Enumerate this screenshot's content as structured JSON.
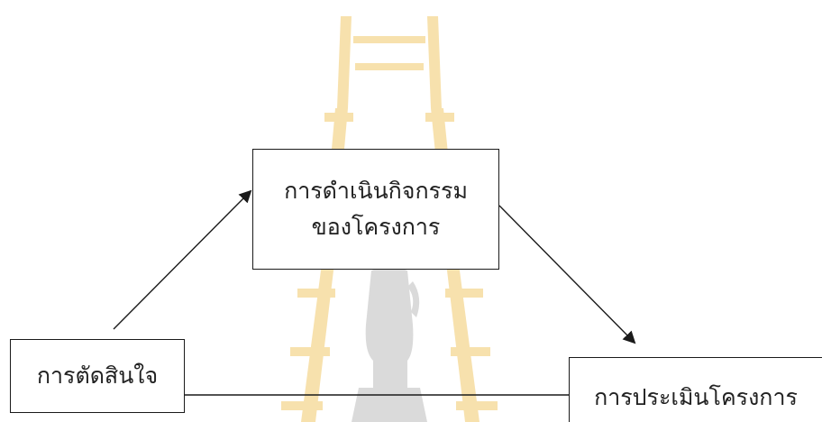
{
  "diagram": {
    "nodes": {
      "center": {
        "line1": "การดำเนินกิจกรรม",
        "line2": "ของโครงการ"
      },
      "left": {
        "label": "การตัดสินใจ"
      },
      "right": {
        "label": "การประเมินโครงการ"
      }
    },
    "edges": [
      {
        "from": "left",
        "to": "center",
        "arrow": true
      },
      {
        "from": "center",
        "to": "right",
        "arrow": true
      },
      {
        "from": "left",
        "to": "right",
        "arrow": false
      }
    ]
  },
  "colors": {
    "line": "#1a1a1a",
    "text": "#222222",
    "watermark_gold": "#f2c96b",
    "watermark_gray": "#bcbcbc"
  }
}
